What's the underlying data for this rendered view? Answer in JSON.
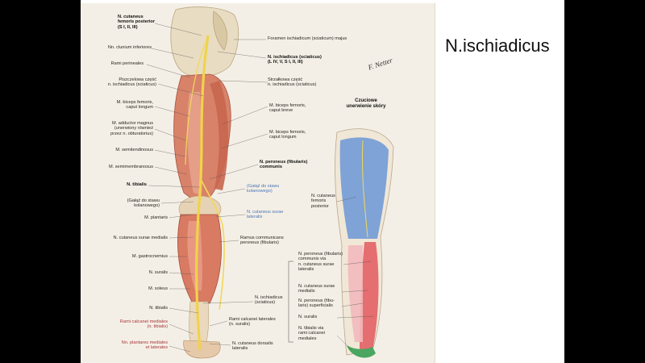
{
  "slide_title": "N.ischiadicus",
  "plate": {
    "top_right_title": "Czuciowe\nunerwienie skóry",
    "signature": "F. Netter",
    "labels": {
      "cutaneus_post": "N. cutaneus\nfemoris posterior\n(S I, II, III)",
      "clunium": "Nn. clunium inferiores",
      "perineales": "Rami perineales",
      "piszczelowa": "Piszczelowa część\nn. ischiadicus (sciaticus)",
      "biceps_long": "M. biceps femoris,\ncaput longum",
      "adductor": "M. adductor magnus\n(unerwiony również\nprzez n. obturatorius)",
      "semitendinosus": "M. semitendinosus",
      "semimembranosus": "M. semimembranosus",
      "tibialis": "N. tibialis",
      "galaz_left": "(Gałąź do stawu\nkolanowego)",
      "plantaris": "M. plantaris",
      "cut_surae_med": "N. cutaneus surae medialis",
      "gastrocnemius": "M. gastrocnemius",
      "suralis": "N. suralis",
      "soleus": "M. soleus",
      "n_tibialis_low": "N. tibialis",
      "calcanei_med": "Rami calcanei mediales\n(n. tibialis)",
      "plantares_lat": "Nn. plantares mediales\net laterales",
      "foramen": "Foramen ischiadicum (sciaticum) majus",
      "ischiadicus": "N. ischiadicus (sciaticus)\n(L IV, V, S I, II, III)",
      "strzalkowa": "Strzałkowa część\nn. ischiadicus (sciaticus)",
      "biceps_brevi": "M. biceps femoris,\ncaput breve",
      "biceps_long_r": "M. biceps femoris,\ncaput longum",
      "peroneus": "N. peroneus (fibularis)\ncommunis",
      "galaz_right": "(Gałąź do stawu\nkolanowego)",
      "cut_surae_lat": "N. cutaneus surae\nlateralis",
      "ramus_comm": "Ramus communicans\nperoneus (fibularis)",
      "ischiadicus_low": "N. ischiadicus\n(sciaticus)",
      "calcanei_lat": "Rami calcanei laterales\n(n. suralis)",
      "cut_dorsalis": "N. cutaneus dorsalis\nlateralis",
      "cut_fem_post": "N. cutaneus\nfemoris\nposterior",
      "peroneus_via": "N. peroneus (fibularis)\ncommunis via\nn. cutaneus surae\nlateralis",
      "cut_surae_med_r": "N. cutaneus surae\nmedialis",
      "peroneus_sup": "N. peroneus (fibu-\nlaris) superficialis",
      "suralis_r": "N. suralis",
      "tibialis_via": "N. tibialis via\nrami calcanei\nmediales"
    }
  }
}
